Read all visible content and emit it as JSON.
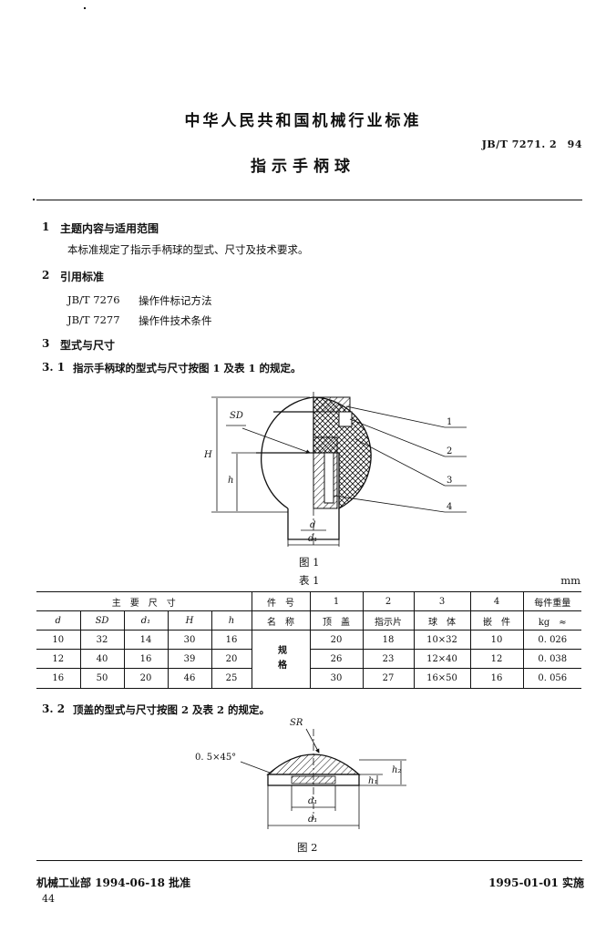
{
  "header": {
    "org": "中华人民共和国机械行业标准",
    "code": "JB/T 7271. 2　94",
    "title": "指示手柄球"
  },
  "sections": {
    "s1": {
      "num": "1",
      "title": "主题内容与适用范围",
      "body": "本标准规定了指示手柄球的型式、尺寸及技术要求。"
    },
    "s2": {
      "num": "2",
      "title": "引用标准",
      "refs": [
        {
          "code": "JB/T 7276",
          "name": "操作件标记方法"
        },
        {
          "code": "JB/T 7277",
          "name": "操作件技术条件"
        }
      ]
    },
    "s3": {
      "num": "3",
      "title": "型式与尺寸"
    },
    "s31": {
      "num": "3. 1",
      "text": "指示手柄球的型式与尺寸按图 1 及表 1 的规定。"
    },
    "s32": {
      "num": "3. 2",
      "text": "顶盖的型式与尺寸按图 2 及表 2 的规定。"
    }
  },
  "figure1": {
    "caption": "图 1",
    "labels": {
      "SD": "SD",
      "H": "H",
      "h": "h",
      "d": "d",
      "d1": "d₁"
    },
    "callouts": [
      "1",
      "2",
      "3",
      "4"
    ]
  },
  "table1": {
    "caption": "表 1",
    "unit": "mm",
    "group_main": "主　要　尺　寸",
    "part_no_label": "件　号",
    "part_name_label": "名　称",
    "spec_label": "规格",
    "weight_label": "每件重量",
    "weight_unit": "kg　≈",
    "dim_headers": [
      "d",
      "SD",
      "d₁",
      "H",
      "h"
    ],
    "part_numbers": [
      "1",
      "2",
      "3",
      "4"
    ],
    "part_names": [
      "顶　盖",
      "指示片",
      "球　体",
      "嵌　件"
    ],
    "rows": [
      {
        "dims": [
          "10",
          "32",
          "14",
          "30",
          "16"
        ],
        "parts": [
          "20",
          "18",
          "10×32",
          "10"
        ],
        "weight": "0. 026"
      },
      {
        "dims": [
          "12",
          "40",
          "16",
          "39",
          "20"
        ],
        "parts": [
          "26",
          "23",
          "12×40",
          "12"
        ],
        "weight": "0. 038"
      },
      {
        "dims": [
          "16",
          "50",
          "20",
          "46",
          "25"
        ],
        "parts": [
          "30",
          "27",
          "16×50",
          "16"
        ],
        "weight": "0. 056"
      }
    ]
  },
  "figure2": {
    "caption": "图 2",
    "labels": {
      "SR": "SR",
      "chamfer": "0. 5×45°",
      "h1": "h₁",
      "h2": "h₂",
      "d1": "d₁",
      "d2": "d₁"
    }
  },
  "footer": {
    "approved": "机械工业部 1994-06-18 批准",
    "effective": "1995-01-01 实施",
    "page": "44"
  }
}
